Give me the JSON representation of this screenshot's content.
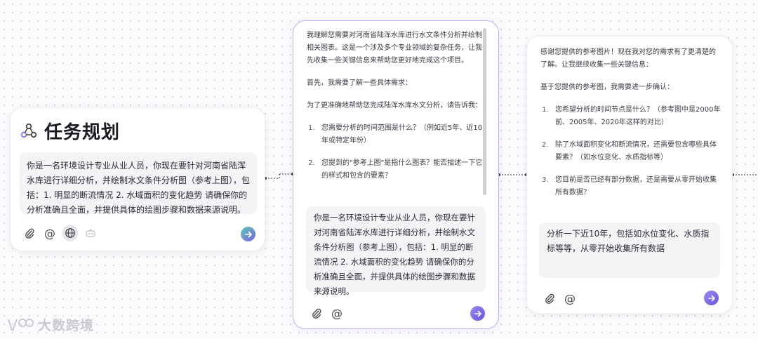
{
  "card1": {
    "title": "任务规划",
    "prompt": "你是一名环境设计专业从业人员，你现在要针对河南省陆浑水库进行详细分析，并绘制水文条件分析图（参考上图），包括：1. 明显的断流情况 2. 水域面积的变化趋势 请确保你的分析准确且全面，并提供具体的绘图步骤和数据来源说明。"
  },
  "card2": {
    "intro": "我理解您需要对河南省陆浑水库进行水文条件分析并绘制相关图表。这是一个涉及多个专业领域的复杂任务，让我先收集一些关键信息来帮助您更好地完成这个项目。",
    "first": "首先，我需要了解一些具体需求：",
    "lead": "为了更准确地帮助您完成陆浑水库水文分析，请告诉我：",
    "questions": [
      {
        "num": "1.",
        "text": "您需要分析的时间范围是什么？（例如近5年、近10年或特定年份）"
      },
      {
        "num": "2.",
        "text": "您提到的\"参考上图\"是指什么图表？能否描述一下它的样式和包含的要素？"
      }
    ],
    "prompt": "你是一名环境设计专业从业人员，你现在要针对河南省陆浑水库进行详细分析，并绘制水文条件分析图（参考上图），包括：1. 明显的断流情况 2. 水域面积的变化趋势 请确保你的分析准确且全面，并提供具体的绘图步骤和数据来源说明。"
  },
  "card3": {
    "intro": "感谢您提供的参考图片！现在我对您的需求有了更清楚的了解。让我继续收集一些关键信息：",
    "lead": "基于您提供的参考图，我需要进一步确认：",
    "questions": [
      {
        "num": "1.",
        "text": "您希望分析的时间节点是什么？（参考图中是2000年前、2005年、2020年这样的对比）"
      },
      {
        "num": "2.",
        "text": "除了水域面积变化和断流情况，还需要包含哪些具体要素？（如水位变化、水质指标等）"
      },
      {
        "num": "3.",
        "text": "您目前是否已经有部分数据，还是需要从零开始收集所有数据？"
      }
    ],
    "reply": "分析一下近10年，包括如水位变化、水质指标等等，从零开始收集所有数据"
  },
  "icons": {
    "title": "nodes-icon",
    "attach": "paperclip-icon",
    "mention": "at-icon",
    "web": "globe-icon",
    "extra": "robot-icon",
    "send": "arrow-right-icon"
  },
  "colors": {
    "accent": "#7a63e0",
    "teal": "#5ec8b4",
    "active_border": "#b9b3ec",
    "bubble": "#f4f4f6"
  },
  "watermark": "大数跨境"
}
